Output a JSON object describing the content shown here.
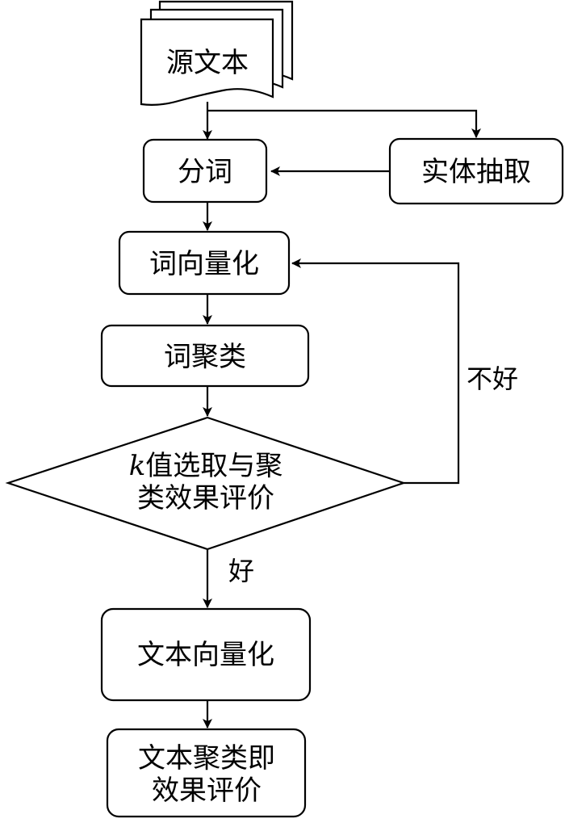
{
  "diagram": {
    "nodes": {
      "source_text": {
        "label": "源文本",
        "shape": "document-stack"
      },
      "segmentation": {
        "label": "分词",
        "shape": "rounded-rect"
      },
      "entity_extraction": {
        "label": "实体抽取",
        "shape": "rounded-rect"
      },
      "word_vectorization": {
        "label": "词向量化",
        "shape": "rounded-rect"
      },
      "word_clustering": {
        "label": "词聚类",
        "shape": "rounded-rect"
      },
      "k_selection": {
        "label_prefix": "k",
        "label_line1": "值选取与聚",
        "label_line2": "类效果评价",
        "shape": "diamond"
      },
      "text_vectorization": {
        "label": "文本向量化",
        "shape": "rounded-rect"
      },
      "text_clustering": {
        "label_line1": "文本聚类即",
        "label_line2": "效果评价",
        "shape": "rounded-rect"
      }
    },
    "edges": [
      {
        "from": "source_text",
        "to": "segmentation"
      },
      {
        "from": "source_text",
        "to": "entity_extraction"
      },
      {
        "from": "entity_extraction",
        "to": "segmentation"
      },
      {
        "from": "segmentation",
        "to": "word_vectorization"
      },
      {
        "from": "word_vectorization",
        "to": "word_clustering"
      },
      {
        "from": "word_clustering",
        "to": "k_selection"
      },
      {
        "from": "k_selection",
        "to": "word_vectorization",
        "label": "不好"
      },
      {
        "from": "k_selection",
        "to": "text_vectorization",
        "label": "好"
      },
      {
        "from": "text_vectorization",
        "to": "text_clustering"
      }
    ]
  }
}
